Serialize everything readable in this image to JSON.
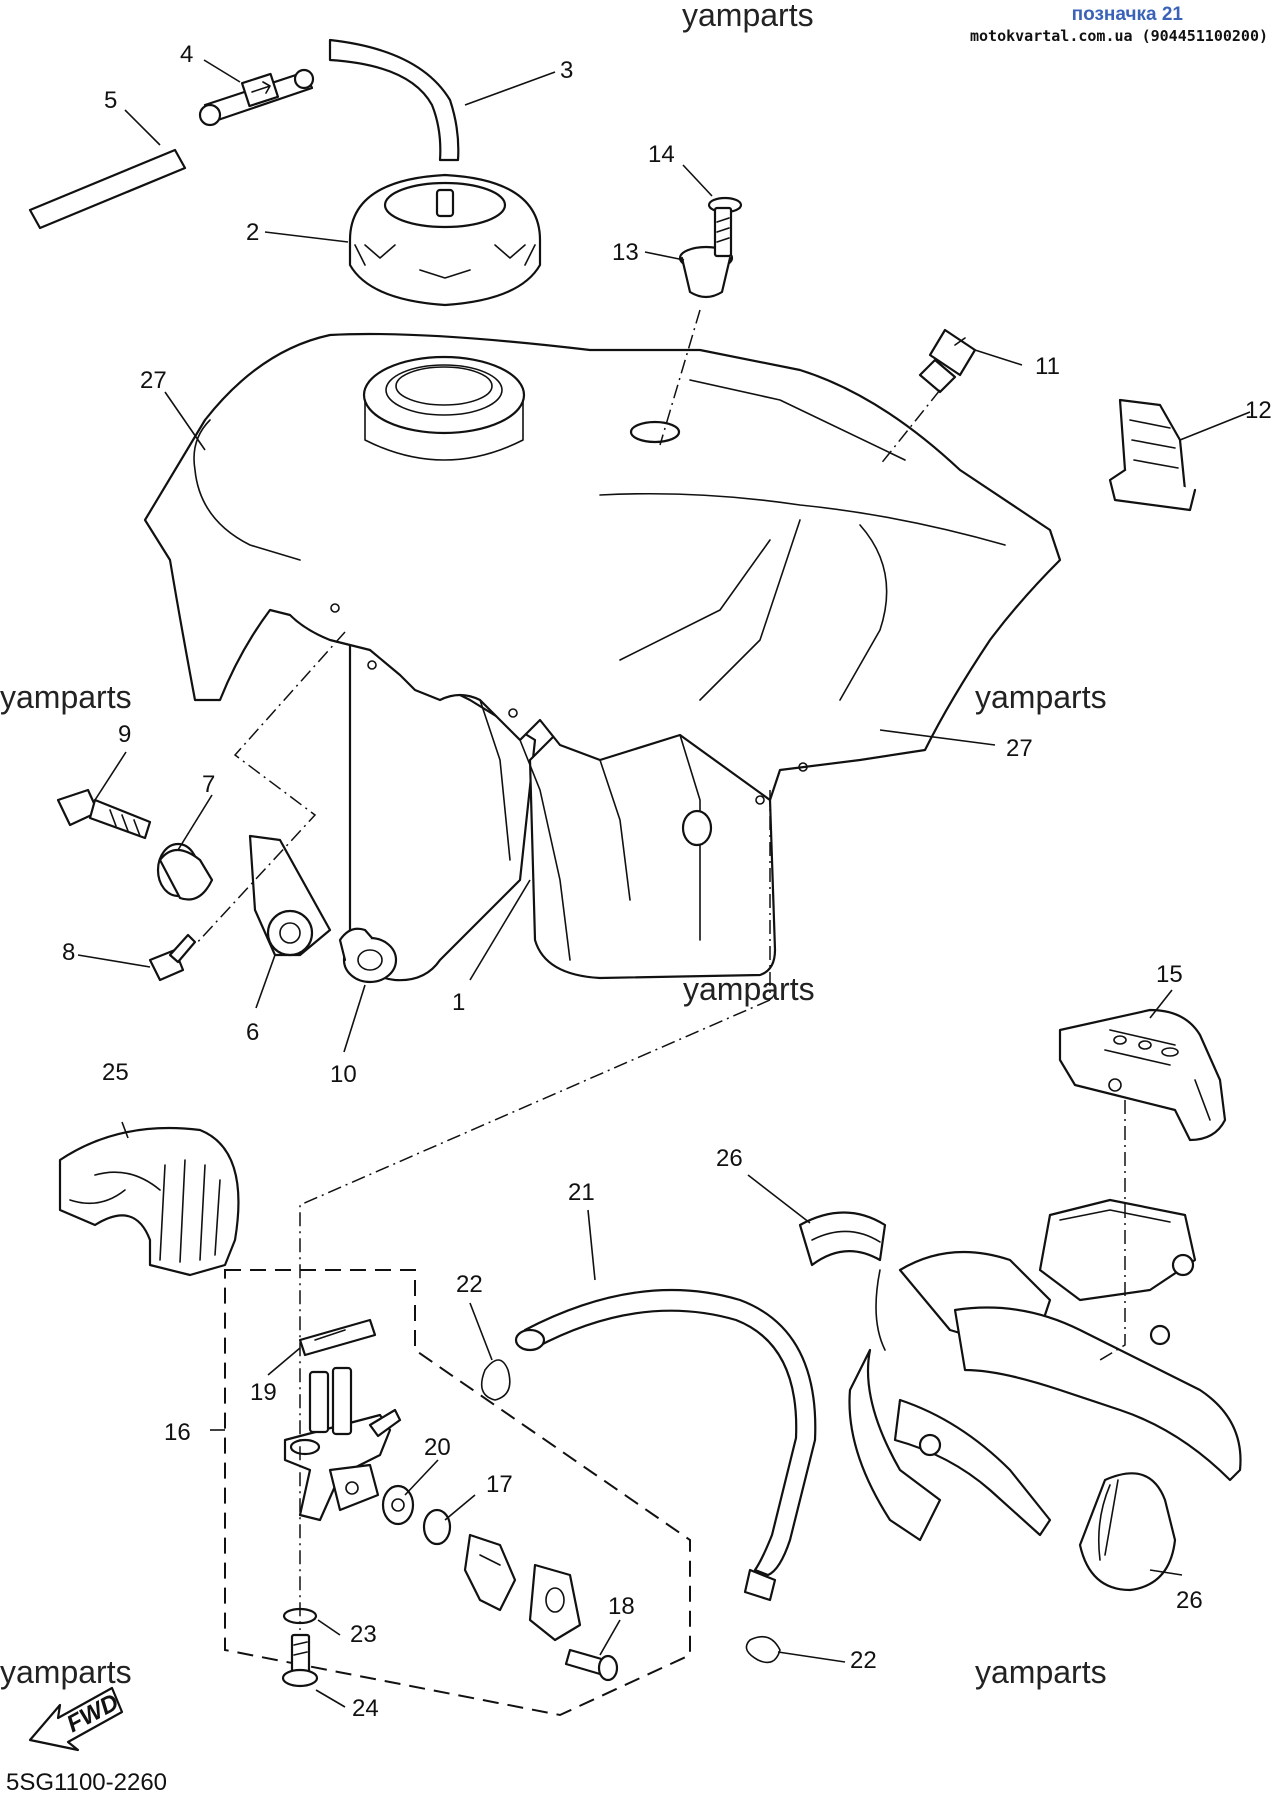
{
  "header": {
    "tag": "позначка 21",
    "site": "motokvartal.com.ua (904451100200)"
  },
  "watermark": "yamparts",
  "diagram_code": "5SG1100-2260",
  "fwd_label": "FWD",
  "callouts": [
    "1",
    "2",
    "3",
    "4",
    "5",
    "6",
    "7",
    "8",
    "9",
    "10",
    "11",
    "12",
    "13",
    "14",
    "15",
    "16",
    "17",
    "18",
    "19",
    "20",
    "21",
    "22",
    "23",
    "24",
    "25",
    "26",
    "27"
  ]
}
